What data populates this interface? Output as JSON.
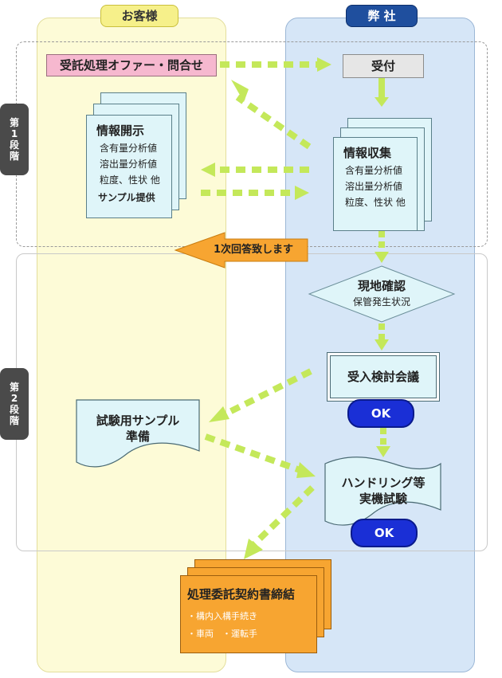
{
  "lanes": {
    "customer": "お客様",
    "company": "弊 社"
  },
  "stages": {
    "stage1": [
      "第",
      "1",
      "段",
      "階"
    ],
    "stage2": [
      "第",
      "2",
      "段",
      "階"
    ]
  },
  "nodes": {
    "offer": "受託処理オファー・問合せ",
    "reception": "受付",
    "disclosure": {
      "title": "情報開示",
      "items": [
        "含有量分析値",
        "溶出量分析値",
        "粒度、性状 他"
      ],
      "note": "サンプル提供"
    },
    "collection": {
      "title": "情報収集",
      "items": [
        "含有量分析値",
        "溶出量分析値",
        "粒度、性状 他"
      ]
    },
    "first_reply": "1次回答致します",
    "site_check": {
      "title": "現地確認",
      "sub": "保管発生状況"
    },
    "acceptance_meeting": "受入検討会議",
    "ok1": "OK",
    "sample_prep": [
      "試験用サンプル",
      "準備"
    ],
    "handling_test": [
      "ハンドリング等",
      "実機試験"
    ],
    "ok2": "OK",
    "contract": {
      "title": "処理委託契約書締結",
      "items": [
        "・構内入構手続き",
        "・車両　・運転手"
      ]
    }
  },
  "colors": {
    "customer_lane": "#fdfbd7",
    "company_lane": "#d6e6f7",
    "arrow_green": "#c4e85a",
    "orange": "#f7a531",
    "ok_blue": "#1a2fd6"
  }
}
